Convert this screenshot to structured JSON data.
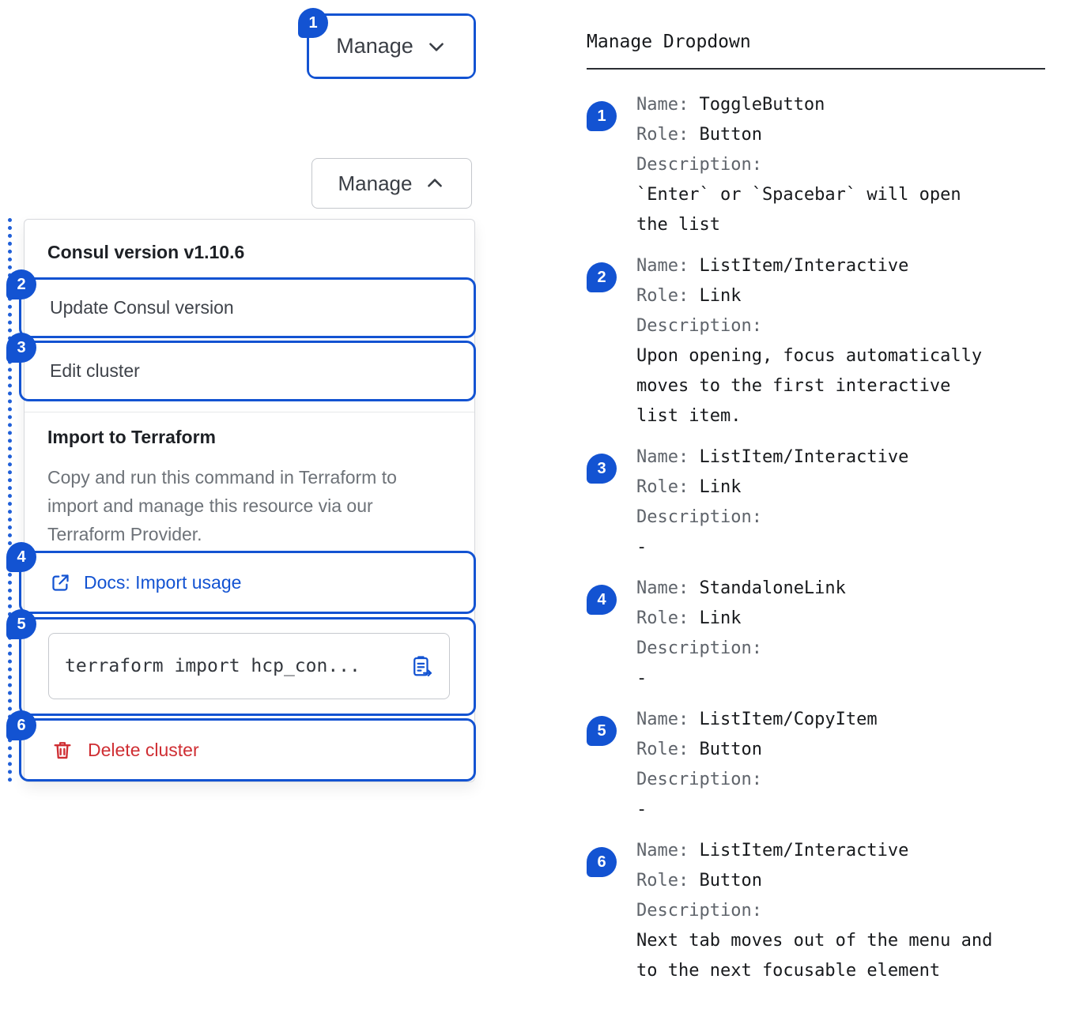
{
  "colors": {
    "accent_blue": "#1353d2",
    "link_blue": "#1353d2",
    "danger_red": "#cf2e33"
  },
  "manage_button_closed": {
    "label": "Manage"
  },
  "manage_button_open": {
    "label": "Manage"
  },
  "dropdown": {
    "version_label": "Consul version v1.10.6",
    "update_item": "Update Consul version",
    "edit_item": "Edit cluster",
    "import_title": "Import to Terraform",
    "import_description": "Copy and run this command in Terraform to import and manage this resource via our Terraform Provider.",
    "docs_link_label": "Docs: Import usage",
    "terraform_command": "terraform import hcp_con...",
    "delete_item": "Delete cluster"
  },
  "spec_panel": {
    "title": "Manage Dropdown",
    "field_labels": {
      "name": "Name:",
      "role": "Role:",
      "description": "Description:"
    },
    "entries": [
      {
        "num": "1",
        "name": "ToggleButton",
        "role": "Button",
        "description": "`Enter` or `Spacebar` will open the list"
      },
      {
        "num": "2",
        "name": "ListItem/Interactive",
        "role": "Link",
        "description": "Upon opening, focus automatically moves to the first interactive list item."
      },
      {
        "num": "3",
        "name": "ListItem/Interactive",
        "role": "Link",
        "description": "-"
      },
      {
        "num": "4",
        "name": "StandaloneLink",
        "role": "Link",
        "description": "-"
      },
      {
        "num": "5",
        "name": "ListItem/CopyItem",
        "role": "Button",
        "description": "-"
      },
      {
        "num": "6",
        "name": "ListItem/Interactive",
        "role": "Button",
        "description": "Next tab moves out of the menu and to the next focusable element"
      }
    ]
  },
  "annotation_badges": [
    "1",
    "2",
    "3",
    "4",
    "5",
    "6"
  ]
}
